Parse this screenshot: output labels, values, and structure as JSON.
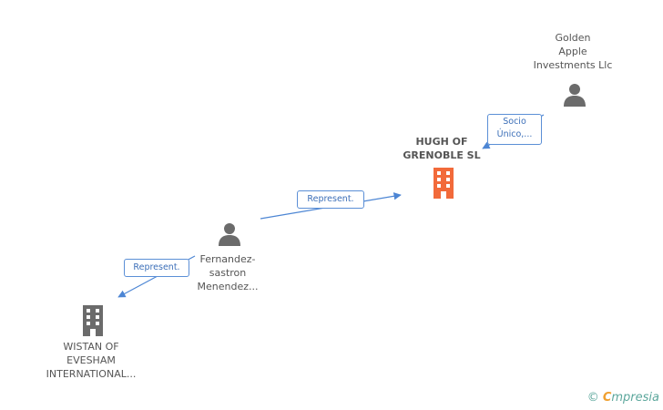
{
  "nodes": {
    "golden": {
      "lines": [
        "Golden",
        "Apple",
        "Investments Llc"
      ]
    },
    "hugh": {
      "lines": [
        "HUGH OF",
        "GRENOBLE  SL"
      ]
    },
    "fernandez": {
      "lines": [
        "Fernandez-",
        "sastron",
        "Menendez..."
      ]
    },
    "wistan": {
      "lines": [
        "WISTAN OF",
        "EVESHAM",
        "INTERNATIONAL..."
      ]
    }
  },
  "edges": {
    "socio": {
      "lines": [
        "Socio",
        "Único,..."
      ]
    },
    "represent_top": {
      "label": "Represent."
    },
    "represent_bottom": {
      "label": "Represent."
    }
  },
  "colors": {
    "person_icon": "#6b6b6b",
    "company_focus": "#f26a3a",
    "company_other": "#6b6b6b",
    "edge": "#4d86d4"
  },
  "footer": {
    "copyright": "©",
    "brand_first": "C",
    "brand_rest": "mpresia"
  }
}
